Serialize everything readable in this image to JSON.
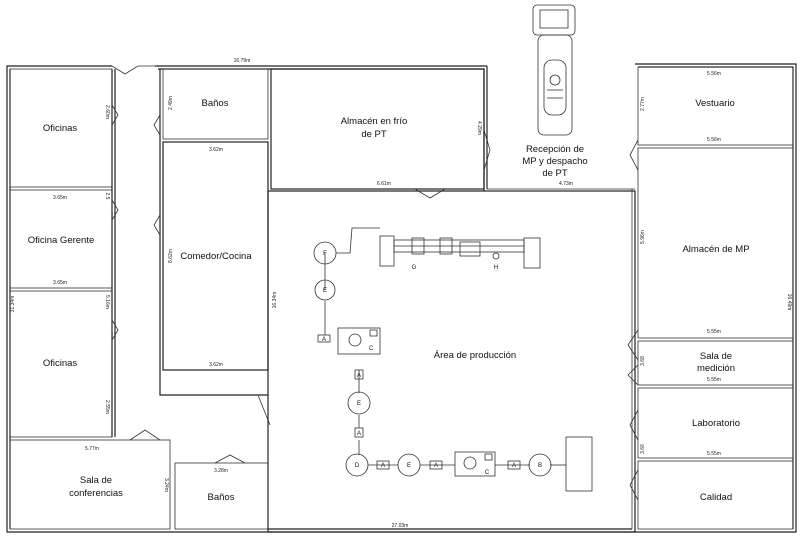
{
  "rooms": {
    "oficinas_top": "Oficinas",
    "oficina_gerente": "Oficina Gerente",
    "oficinas_bottom": "Oficinas",
    "sala_conferencias_1": "Sala de",
    "sala_conferencias_2": "conferencias",
    "banos_top": "Baños",
    "comedor": "Comedor/Cocina",
    "banos_bottom": "Baños",
    "almacen_frio_1": "Almacén en frío",
    "almacen_frio_2": "de PT",
    "recepcion_1": "Recepción de",
    "recepcion_2": "MP y despacho",
    "recepcion_3": "de PT",
    "vestuario": "Vestuario",
    "almacen_mp": "Almacén de MP",
    "sala_medicion_1": "Sala de",
    "sala_medicion_2": "medición",
    "laboratorio": "Laboratorio",
    "calidad": "Calidad",
    "area_produccion": "Área de producción"
  },
  "dimensions": {
    "top_width": "16.79m",
    "office_h1": "2.60m",
    "office_w1": "3.65m",
    "office_h2": "2.5",
    "office_w2": "3.65m",
    "office_h3": "5.16m",
    "office_h4": "2.55m",
    "left_height": "31.34m",
    "conf_width": "5.77m",
    "conf_height": "3.24m",
    "banos_top_h": "2.49m",
    "comedor_w_top": "3.62m",
    "comedor_h": "8.62m",
    "comedor_w_bottom": "3.62m",
    "banos_bottom_w": "3.28m",
    "prod_height": "16.34m",
    "cold_width": "6.61m",
    "cold_height": "4.29m",
    "recepcion_width": "4.73m",
    "vest_w_top": "5.56m",
    "vest_h": "2.77m",
    "vest_w_bottom": "5.56m",
    "almacen_mp_h": "5.96m",
    "almacen_mp_w": "5.55m",
    "right_height": "16.49m",
    "medicion_h": "3.68",
    "medicion_w": "5.55m",
    "lab_h": "3.66",
    "lab_w": "5.55m",
    "bottom_width": "27.03m"
  },
  "equipment": {
    "f": "F",
    "e_top": "E",
    "a_top": "A",
    "c_top": "C",
    "a_mid1": "A",
    "e_mid": "E",
    "a_mid2": "A",
    "d": "D",
    "a_bot1": "A",
    "e_bot": "E",
    "a_bot2": "A",
    "c_bot": "C",
    "a_bot3": "A",
    "b": "B",
    "g": "G",
    "h": "H"
  }
}
